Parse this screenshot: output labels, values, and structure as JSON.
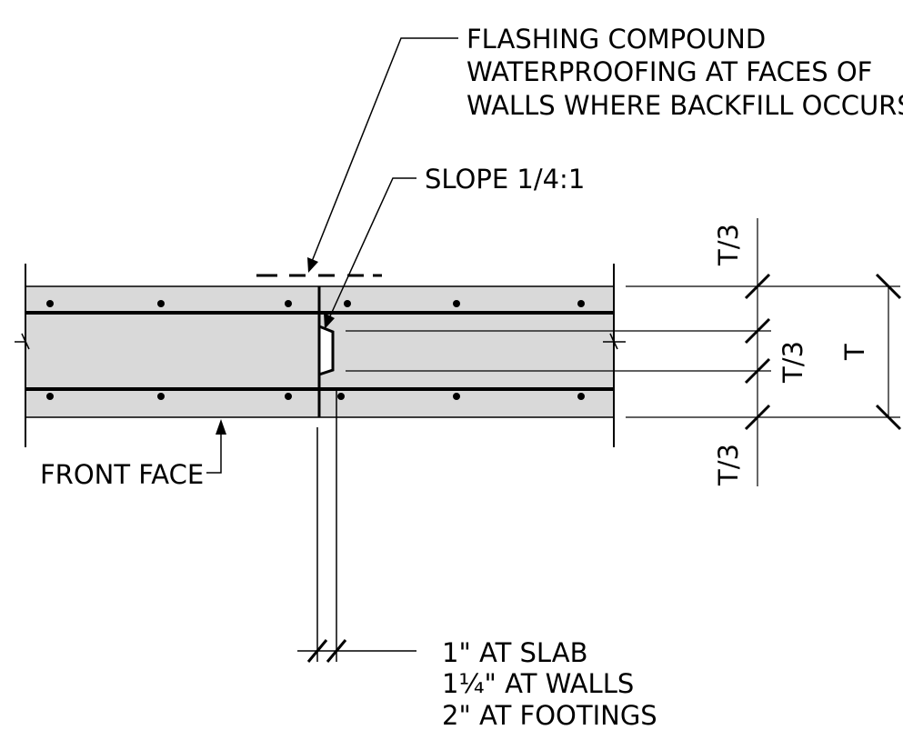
{
  "notes": {
    "flashing": {
      "line1": "FLASHING COMPOUND",
      "line2": "WATERPROOFING AT FACES OF",
      "line3": "WALLS WHERE BACKFILL OCCURS"
    },
    "slope": "SLOPE 1/4:1",
    "front_face": "FRONT FACE",
    "gap": {
      "line1": "1\" AT SLAB",
      "line2": "1¼\" AT WALLS",
      "line3": "2\" AT FOOTINGS"
    }
  },
  "dimensions": {
    "third_top": "T/3",
    "third_mid": "T/3",
    "third_bottom": "T/3",
    "total": "T"
  },
  "colors": {
    "concrete": "#d9d9d9",
    "line": "#000000",
    "background": "#ffffff"
  }
}
